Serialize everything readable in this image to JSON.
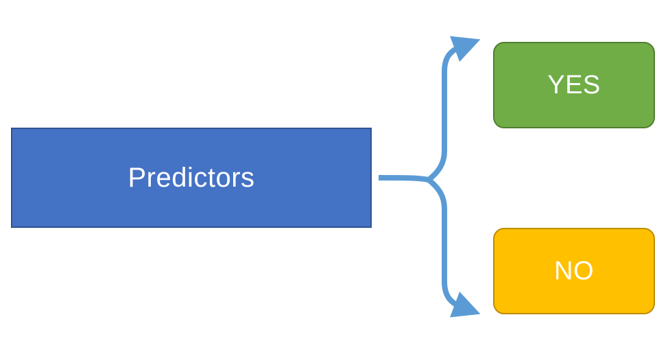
{
  "diagram": {
    "source_node": {
      "label": "Predictors",
      "fill": "#4472C4"
    },
    "outcomes": [
      {
        "label": "YES",
        "fill": "#70AD47"
      },
      {
        "label": "NO",
        "fill": "#FFC000"
      }
    ],
    "connector_color": "#5B9BD5"
  }
}
